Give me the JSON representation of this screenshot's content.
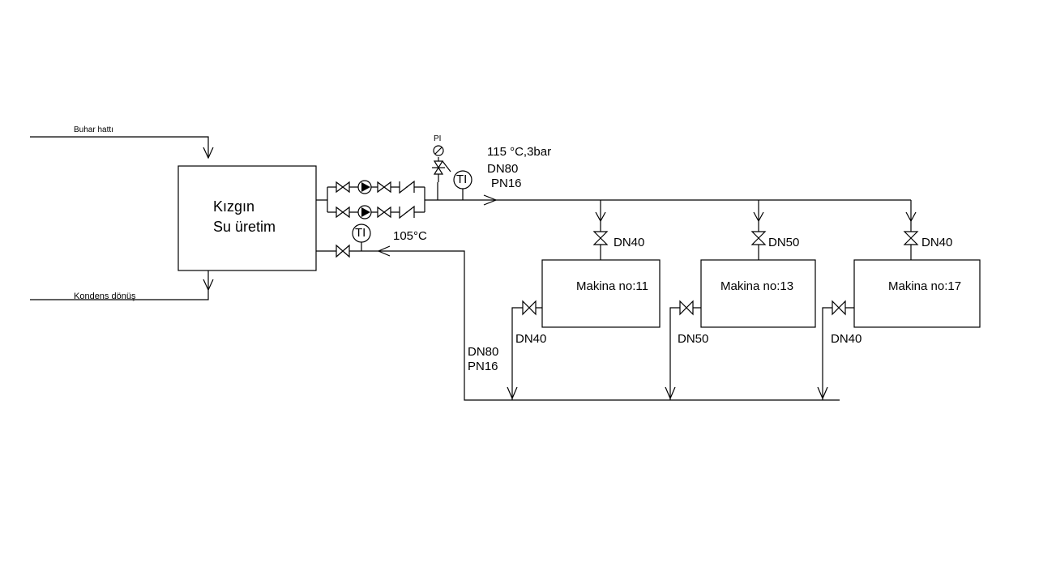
{
  "colors": {
    "line": "#000000",
    "background": "#ffffff"
  },
  "labels": {
    "steam_line": "Buhar hattı",
    "condensate_return": "Kondens dönüş",
    "generator_name_line1": "Kızgın",
    "generator_name_line2": "Su üretim",
    "pressure_indicator": "PI",
    "supply_temp_indicator": "TI",
    "return_temp_indicator": "TI",
    "supply_conditions": "115 °C,3bar",
    "supply_dn": "DN80",
    "supply_pn": "PN16",
    "return_temp": "105°C",
    "return_dn": "DN80",
    "return_pn": "PN16"
  },
  "machines": [
    {
      "name": "Makina no:11",
      "supply_dn": "DN40",
      "return_dn": "DN40"
    },
    {
      "name": "Makina no:13",
      "supply_dn": "DN50",
      "return_dn": "DN50"
    },
    {
      "name": "Makina no:17",
      "supply_dn": "DN40",
      "return_dn": "DN40"
    }
  ]
}
